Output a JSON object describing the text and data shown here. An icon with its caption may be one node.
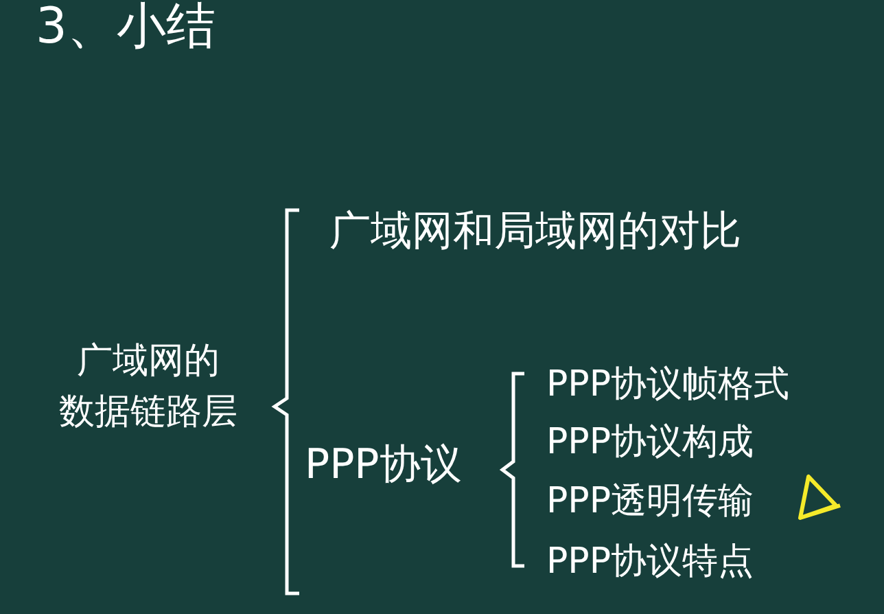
{
  "diagram": {
    "title": "3、小结",
    "labels": [
      "广域网的",
      "数据链路层",
      "广域网和局域网的对比",
      "PPP协议",
      "PPP协议帧格式",
      "PPP协议构成",
      "PPP透明传输",
      "PPP协议特点"
    ]
  }
}
